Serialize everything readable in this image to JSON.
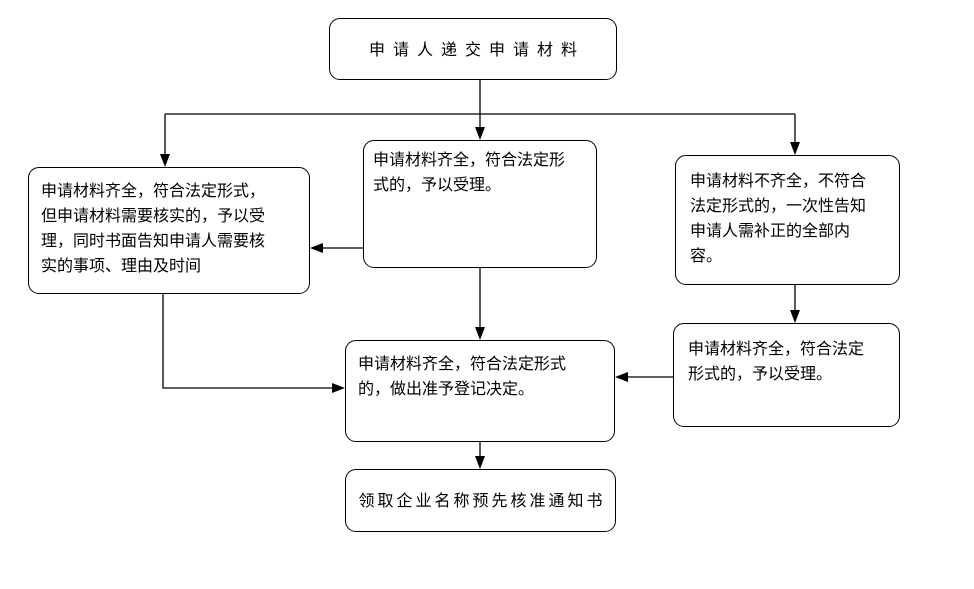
{
  "diagram": {
    "colors": {
      "background": "#ffffff",
      "box_fill": "#ffffff",
      "line": "#000000",
      "text": "#000000"
    },
    "nodes": {
      "start": {
        "text": "申请人递交申请材料"
      },
      "verify": {
        "text": "申请材料齐全，符合法定形式，但申请材料需要核实的，予以受理，同时书面告知申请人需要核实的事项、理由及时间"
      },
      "accept": {
        "text": "申请材料齐全，符合法定形式的，予以受理。"
      },
      "incomplete": {
        "text": "申请材料不齐全，不符合法定形式的，一次性告知申请人需补正的全部内容。"
      },
      "reaccept": {
        "text": "申请材料齐全，符合法定形式的，予以受理。"
      },
      "decision": {
        "text": "申请材料齐全，符合法定形式的，做出准予登记决定。"
      },
      "finish": {
        "text": "领取企业名称预先核准通知书"
      }
    }
  }
}
